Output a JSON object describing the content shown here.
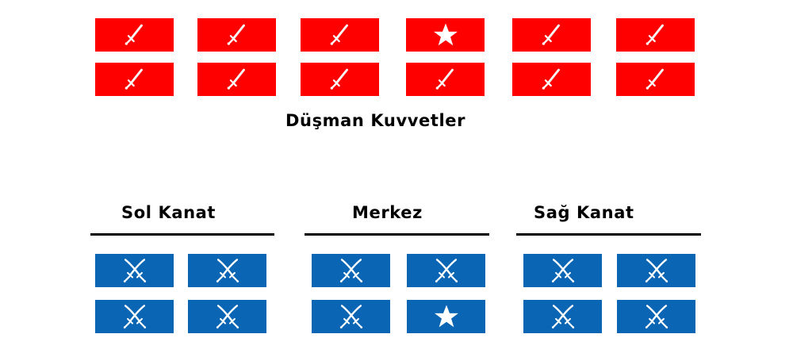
{
  "enemy": {
    "label": "Düşman Kuvvetler",
    "color": "#ff0000",
    "rows": [
      [
        "sword-icon",
        "sword-icon",
        "sword-icon",
        "star-icon",
        "sword-icon",
        "sword-icon"
      ],
      [
        "sword-icon",
        "sword-icon",
        "sword-icon",
        "sword-icon",
        "sword-icon",
        "sword-icon"
      ]
    ]
  },
  "friendly": {
    "color": "#0a66b4",
    "groups": [
      {
        "label": "Sol Kanat",
        "units": [
          "crossed-swords-icon",
          "crossed-swords-icon",
          "crossed-swords-icon",
          "crossed-swords-icon"
        ]
      },
      {
        "label": "Merkez",
        "units": [
          "crossed-swords-icon",
          "crossed-swords-icon",
          "crossed-swords-icon",
          "star-icon"
        ]
      },
      {
        "label": "Sağ Kanat",
        "units": [
          "crossed-swords-icon",
          "crossed-swords-icon",
          "crossed-swords-icon",
          "crossed-swords-icon"
        ]
      }
    ]
  }
}
